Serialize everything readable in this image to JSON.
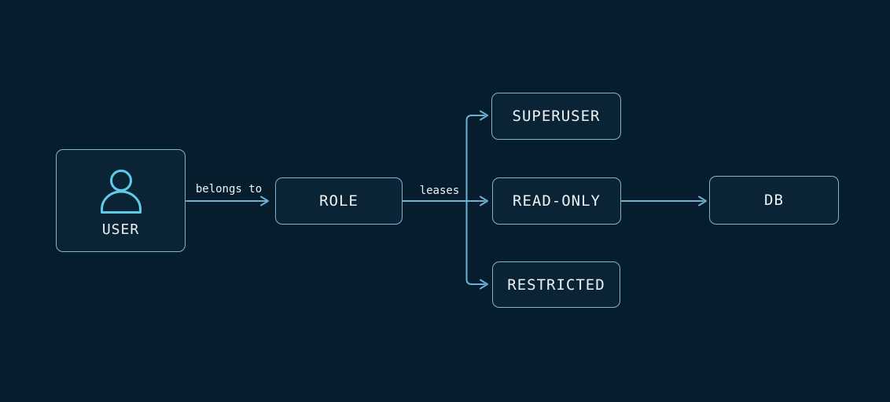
{
  "diagram": {
    "nodes": {
      "user": {
        "label": "USER",
        "icon": "person-icon"
      },
      "role": {
        "label": "ROLE"
      },
      "superuser": {
        "label": "SUPERUSER"
      },
      "read_only": {
        "label": "READ-ONLY"
      },
      "restricted": {
        "label": "RESTRICTED"
      },
      "db": {
        "label": "DB"
      }
    },
    "edges": {
      "user_to_role": {
        "label": "belongs to"
      },
      "role_to_fork": {
        "label": "leases"
      },
      "fork_to_superuser": {
        "label": ""
      },
      "fork_to_read_only": {
        "label": ""
      },
      "fork_to_restricted": {
        "label": ""
      },
      "read_only_to_db": {
        "label": ""
      }
    },
    "colors": {
      "background": "#061d2e",
      "box_border": "#84b3d2",
      "box_fill": "#0b2435",
      "text": "#edf2f5",
      "arrow": "#6fb0d3",
      "icon": "#5fcbe9"
    }
  }
}
